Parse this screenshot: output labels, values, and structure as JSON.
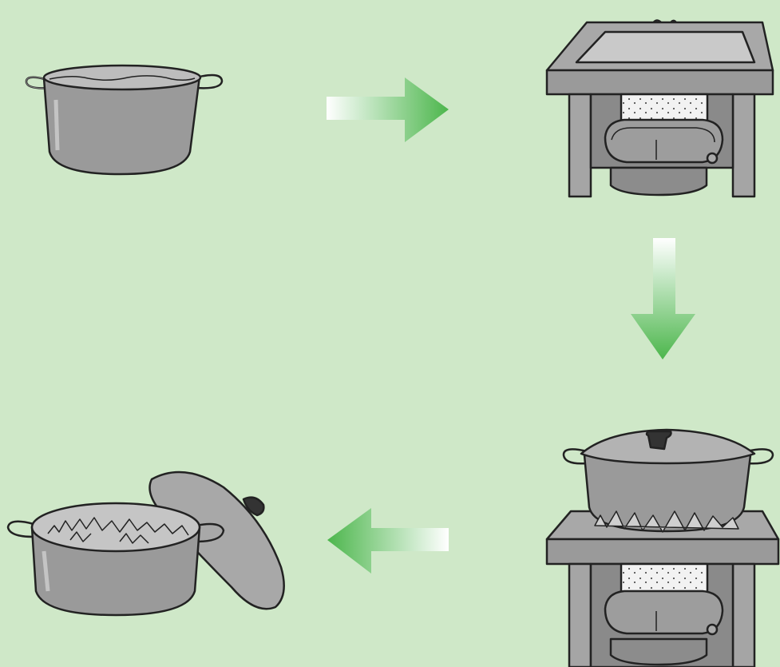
{
  "background_color": "#cfe8c8",
  "accent_color": "#4cb64c",
  "metal_color": "#9a9a9a",
  "steps": [
    {
      "name": "pot-of-water",
      "icon": "pot-icon"
    },
    {
      "name": "stove-lit",
      "icon": "stove-flame-icon"
    },
    {
      "name": "covered-pot-on-stove",
      "icon": "covered-pot-stove-icon"
    },
    {
      "name": "cooked-food-open-pot",
      "icon": "open-pot-lid-icon"
    }
  ],
  "arrows": [
    {
      "from": "pot-of-water",
      "to": "stove-lit",
      "direction": "right"
    },
    {
      "from": "stove-lit",
      "to": "covered-pot-on-stove",
      "direction": "down"
    },
    {
      "from": "covered-pot-on-stove",
      "to": "cooked-food-open-pot",
      "direction": "left"
    }
  ]
}
